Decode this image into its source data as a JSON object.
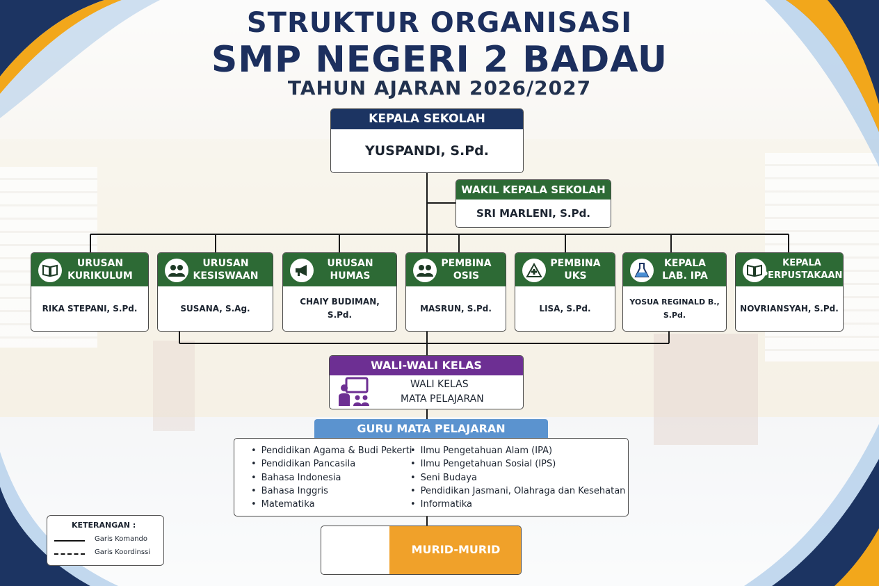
{
  "title": {
    "line1": "STRUKTUR ORGANISASI",
    "line2": "SMP NEGERI 2 BADAU",
    "line3": "TAHUN AJARAN 2026/2027"
  },
  "kepala_sekolah": {
    "title": "KEPALA SEKOLAH",
    "name": "YUSPANDI, S.Pd."
  },
  "wakil_kepala": {
    "title": "WAKIL KEPALA SEKOLAH",
    "name": "SRI MARLENI, S.Pd."
  },
  "units": [
    {
      "title": "URUSAN\nKURIKULUM",
      "name": "RIKA STEPANI, S.Pd.",
      "icon": "book-icon"
    },
    {
      "title": "URUSAN\nKESISWAAN",
      "name": "SUSANA, S.Ag.",
      "icon": "people-icon"
    },
    {
      "title": "URUSAN\nHUMAS",
      "name": "CHAIY BUDIMAN, S.Pd.",
      "icon": "megaphone-icon"
    },
    {
      "title": "PEMBINA\nOSIS",
      "name": "MASRUN, S.Pd.",
      "icon": "people-icon"
    },
    {
      "title": "PEMBINA\nUKS",
      "name": "LISA, S.Pd.",
      "icon": "health-icon"
    },
    {
      "title": "KEPALA\nLAB. IPA",
      "name": "YOSUA REGINALD B.,\nS.Pd.",
      "icon": "flask-icon"
    },
    {
      "title": "KEPALA\nPERPUSTAKAAN",
      "name": "NOVRIANSYAH, S.Pd.",
      "icon": "book-icon"
    }
  ],
  "wali_kelas": {
    "title": "WALI-WALI KELAS",
    "line1": "WALI KELAS",
    "line2": "MATA PELAJARAN",
    "icon": "teacher-icon"
  },
  "guru": {
    "title": "GURU MATA PELAJARAN",
    "col1": [
      "Pendidikan Agama & Budi Pekerti",
      "Pendidikan Pancasila",
      "Bahasa Indonesia",
      "Bahasa Inggris",
      "Matematika"
    ],
    "col2": [
      "Ilmu Pengetahuan Alam (IPA)",
      "Ilmu Pengetahuan Sosial (IPS)",
      "Seni Budaya",
      "Pendidikan Jasmani, Olahraga dan Kesehatan",
      "Informatika"
    ]
  },
  "murid": {
    "label": "MURID-MURID"
  },
  "legend": {
    "title": "KETERANGAN :",
    "items": [
      "Garis Komando",
      "Garis Koordinssi"
    ]
  },
  "colors": {
    "navy": "#1c3462",
    "green": "#2d6a35",
    "purple": "#6d2f93",
    "blue": "#5b93cf",
    "orange": "#f0a12a",
    "title": "#1c2f5e"
  }
}
